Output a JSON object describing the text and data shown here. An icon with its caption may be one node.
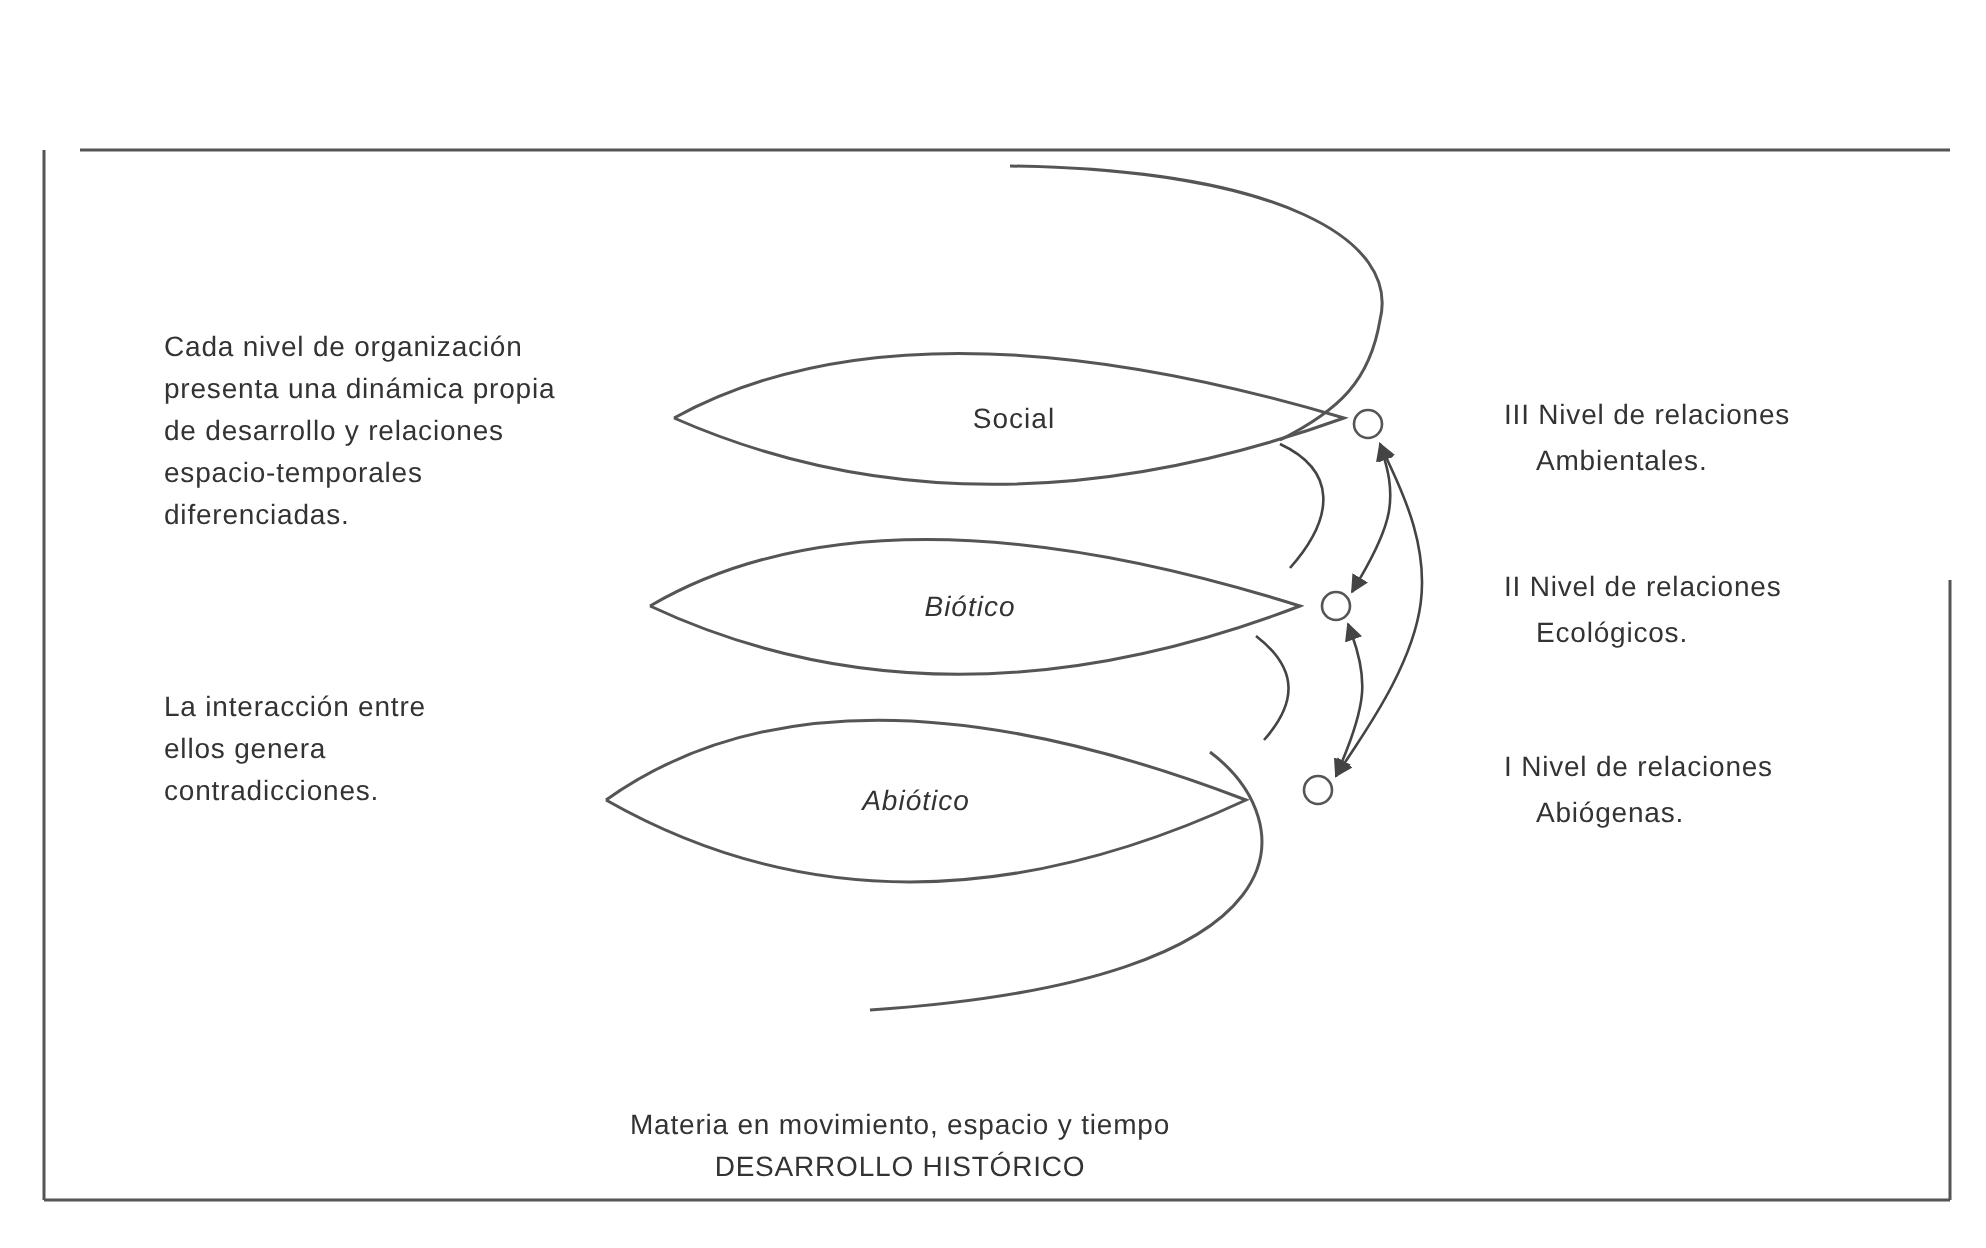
{
  "diagram": {
    "nodes": [
      {
        "text": [
          "Social"
        ]
      },
      {
        "text": [
          "Biótico"
        ]
      },
      {
        "text": [
          "Abiótico"
        ]
      }
    ],
    "edges": [
      {
        "from": 1,
        "to": 0,
        "arrow": "both"
      },
      {
        "from": 2,
        "to": 1,
        "arrow": "both"
      },
      {
        "from": 2,
        "to": 0,
        "arrow": "both"
      },
      {
        "from": 0,
        "to": 1,
        "arrow": "none"
      },
      {
        "from": 1,
        "to": 2,
        "arrow": "none"
      }
    ],
    "labels": [
      "Cada nivel de organización presenta una dinámica propia de desarrollo y relaciones espacio-temporales diferenciadas.",
      "La interacción entre ellos genera contradicciones.",
      "III Nivel de relaciones Ambientales.",
      "II Nivel de relaciones Ecológicos.",
      "I Nivel de relaciones Abiógenas.",
      "Materia en movimiento, espacio y tiempo",
      "DESARROLLO HISTÓRICO"
    ]
  }
}
